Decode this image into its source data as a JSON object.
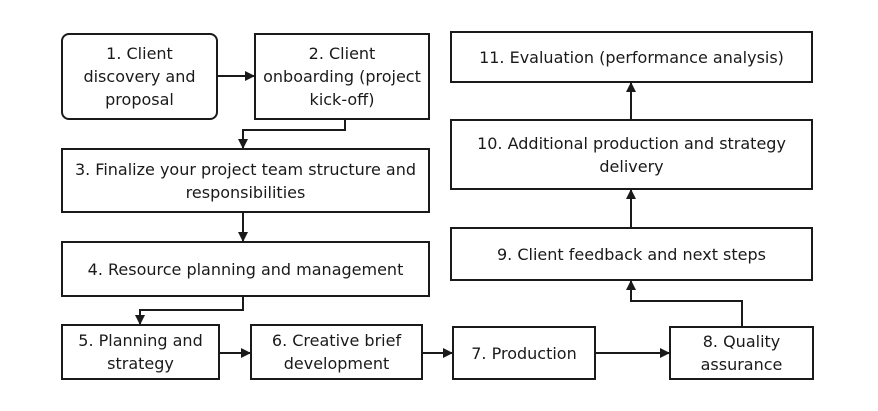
{
  "steps": [
    {
      "id": "s1",
      "label": "1. Client discovery and proposal"
    },
    {
      "id": "s2",
      "label": "2. Client onboarding (project kick-off)"
    },
    {
      "id": "s3",
      "label": "3. Finalize your project team structure and responsibilities"
    },
    {
      "id": "s4",
      "label": "4. Resource planning and management"
    },
    {
      "id": "s5",
      "label": "5. Planning and strategy"
    },
    {
      "id": "s6",
      "label": "6. Creative brief development"
    },
    {
      "id": "s7",
      "label": "7. Production"
    },
    {
      "id": "s8",
      "label": "8. Quality assurance"
    },
    {
      "id": "s9",
      "label": "9. Client feedback and next steps"
    },
    {
      "id": "s10",
      "label": "10. Additional production and strategy delivery"
    },
    {
      "id": "s11",
      "label": "11. Evaluation (performance analysis)"
    }
  ],
  "colors": {
    "stroke": "#1a1a1a",
    "fill": "#ffffff",
    "text": "#1a1a1a"
  }
}
